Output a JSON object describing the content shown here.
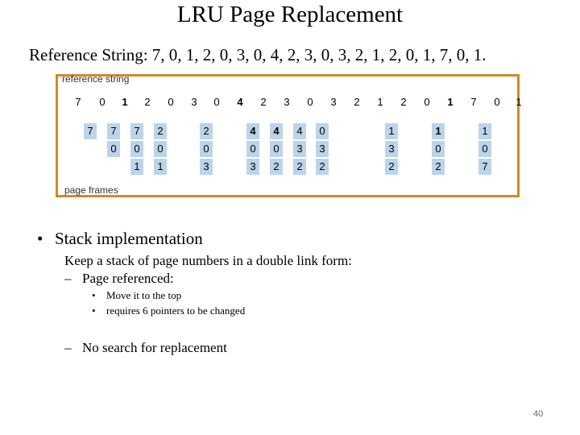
{
  "slide": {
    "title": "LRU Page Replacement",
    "reference_line": "Reference String: 7, 0, 1, 2, 0, 3, 0, 4, 2, 3, 0, 3, 2, 1, 2, 0, 1, 7, 0, 1.",
    "page_number": "40"
  },
  "figure": {
    "label_top": "reference string",
    "label_bottom": "page frames",
    "border_color": "#d08a2c",
    "cell_color": "#bcd4ea",
    "sequence": [
      "7",
      "0",
      "1",
      "2",
      "0",
      "3",
      "0",
      "4",
      "2",
      "3",
      "0",
      "3",
      "2",
      "1",
      "2",
      "0",
      "1",
      "7",
      "0",
      "1"
    ],
    "frames": [
      {
        "top": "7",
        "mid": "",
        "bot": ""
      },
      {
        "top": "7",
        "mid": "0",
        "bot": ""
      },
      {
        "top": "7",
        "mid": "0",
        "bot": "1"
      },
      {
        "top": "2",
        "mid": "0",
        "bot": "1"
      },
      {
        "top": "2",
        "mid": "0",
        "bot": "3"
      },
      {
        "top": "4",
        "mid": "0",
        "bot": "3"
      },
      {
        "top": "4",
        "mid": "0",
        "bot": "2"
      },
      {
        "top": "4",
        "mid": "3",
        "bot": "2"
      },
      {
        "top": "0",
        "mid": "3",
        "bot": "2"
      },
      {
        "top": "1",
        "mid": "3",
        "bot": "2"
      },
      {
        "top": "1",
        "mid": "0",
        "bot": "2"
      },
      {
        "top": "1",
        "mid": "0",
        "bot": "7"
      }
    ]
  },
  "content": {
    "bullet": "Stack implementation",
    "line1": "Keep a stack of page numbers in a double link form:",
    "dash1": "Page referenced:",
    "sub1": "Move it to the top",
    "sub2": "requires 6 pointers to be changed",
    "dash2": "No search for replacement"
  }
}
